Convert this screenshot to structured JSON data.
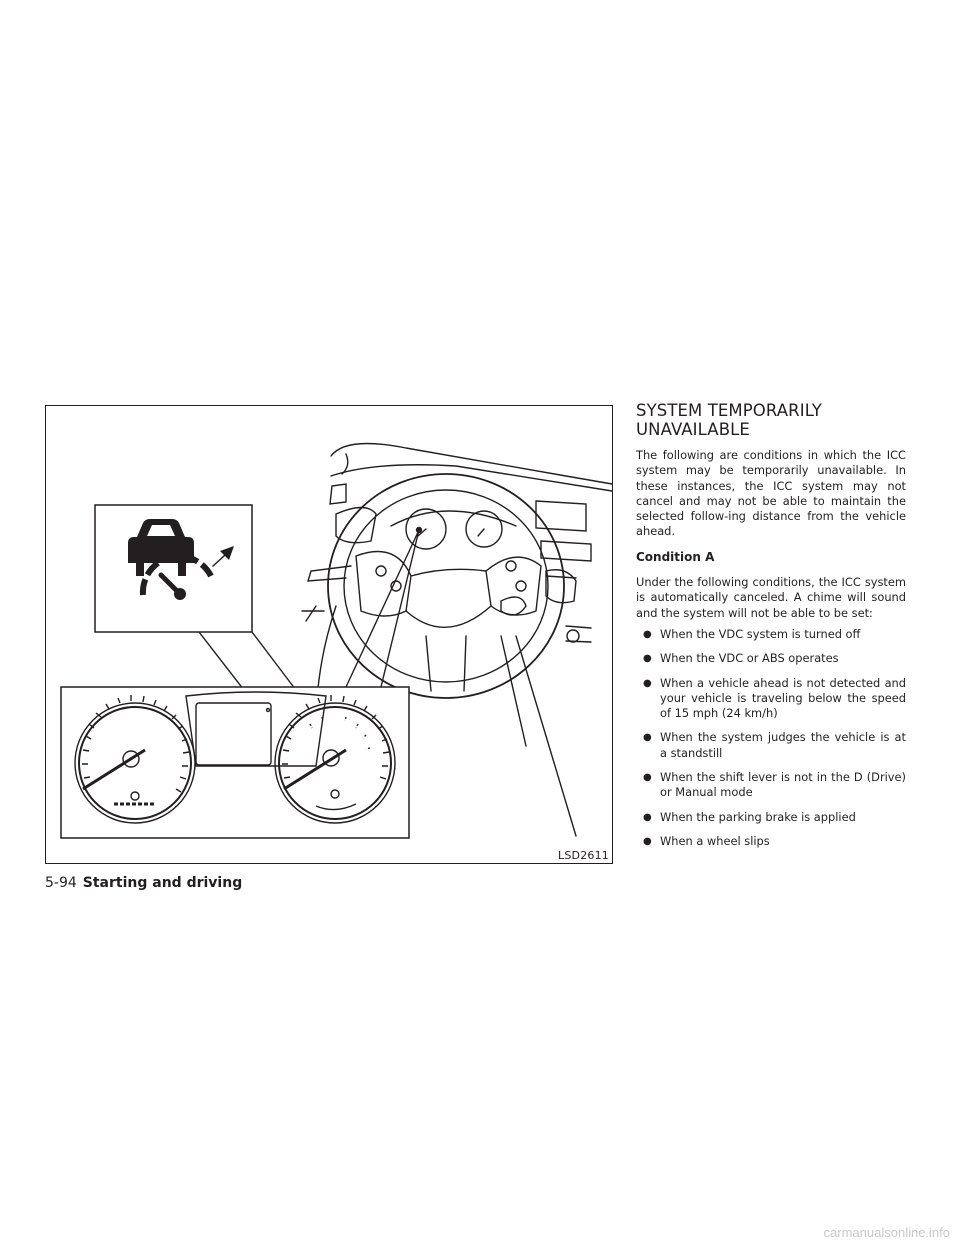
{
  "figure": {
    "code": "LSD2611",
    "icon": "icc-system-warning-icon"
  },
  "section": {
    "heading": "SYSTEM TEMPORARILY UNAVAILABLE",
    "intro": "The following are conditions in which the ICC system may be temporarily unavailable. In these instances, the ICC system may not cancel and may not be able to maintain the selected follow-ing distance from the vehicle ahead.",
    "subheading": "Condition A",
    "lead": "Under the following conditions, the ICC system is automatically canceled. A chime will sound and the system will not be able to be set:",
    "bullets": [
      "When the VDC system is turned off",
      "When the VDC or ABS operates",
      "When a vehicle ahead is not detected and your vehicle is traveling below the speed of 15 mph (24 km/h)",
      "When the system judges the vehicle is at a standstill",
      "When the shift lever is not in the D (Drive) or Manual mode",
      "When the parking brake is applied",
      "When a wheel slips"
    ]
  },
  "footer": {
    "page_number": "5-94",
    "section_title": "Starting and driving"
  },
  "watermark": "carmanualsonline.info"
}
